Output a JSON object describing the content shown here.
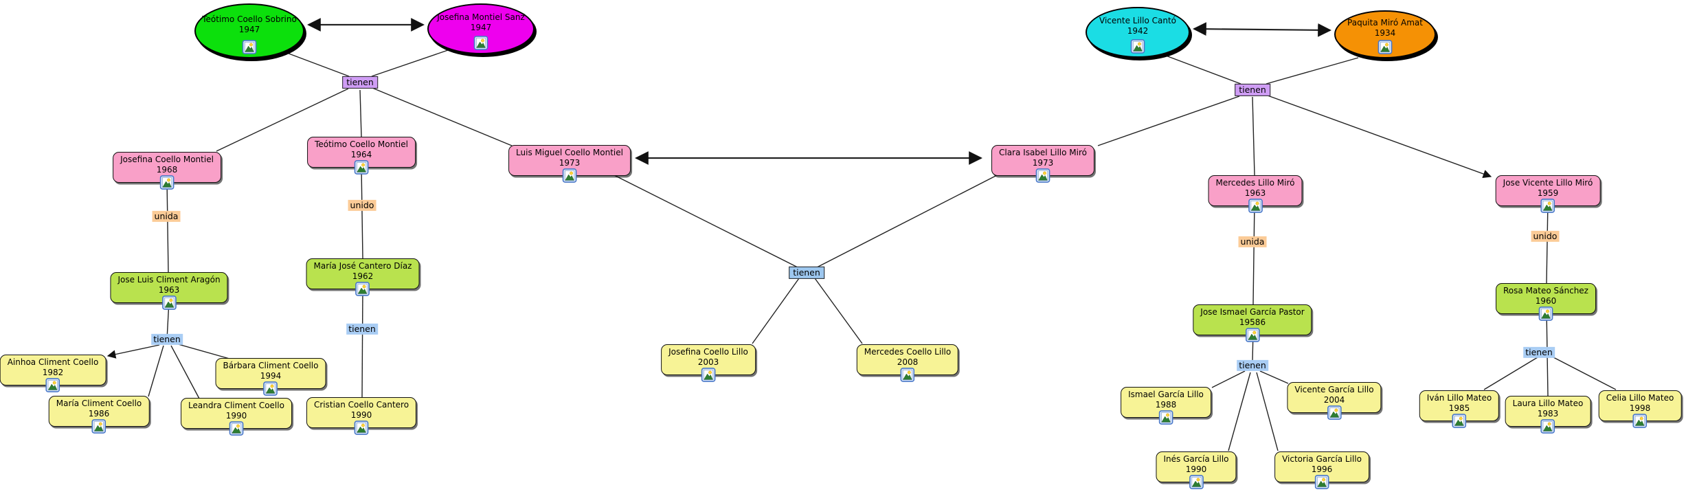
{
  "labels": {
    "tienen": "tienen",
    "unida": "unida",
    "unido": "unido"
  },
  "colors": {
    "male_ancestor_green": "#0ce00c",
    "female_ancestor_magenta": "#ee00ee",
    "male_ancestor_cyan": "#1bdde4",
    "female_ancestor_orange": "#f59105",
    "bloodline_pink": "#f9a0c8",
    "spouse_green": "#b9e24e",
    "child_yellow": "#f7f396",
    "union_label_purple": "#cf9df5",
    "union_label_blue": "#9dc7ef",
    "label_highlight_orange": "#fbcb97"
  },
  "nodes": {
    "teotimo_sobrino": {
      "name": "Teótimo Coello Sobrino",
      "year": "1947"
    },
    "josefina_sanz": {
      "name": "Josefina Montiel Sanz",
      "year": "1947"
    },
    "vicente_canto": {
      "name": "Vicente Lillo Cantó",
      "year": "1942"
    },
    "paquita_amat": {
      "name": "Paquita Miró Amat",
      "year": "1934"
    },
    "josefina_montiel": {
      "name": "Josefina Coello Montiel",
      "year": "1968"
    },
    "teotimo_montiel": {
      "name": "Teótimo Coello Montiel",
      "year": "1964"
    },
    "luis_miguel": {
      "name": "Luis Miguel Coello Montiel",
      "year": "1973"
    },
    "clara_isabel": {
      "name": "Clara Isabel Lillo Miró",
      "year": "1973"
    },
    "mercedes_lillo": {
      "name": "Mercedes Lillo Miró",
      "year": "1963"
    },
    "jose_vicente": {
      "name": "Jose Vicente Lillo Miró",
      "year": "1959"
    },
    "jose_luis_climent": {
      "name": "Jose Luis Climent Aragón",
      "year": "1963"
    },
    "maria_jose_cantero": {
      "name": "María José Cantero Díaz",
      "year": "1962"
    },
    "jose_ismael": {
      "name": "Jose Ismael García Pastor",
      "year": "19586"
    },
    "rosa_mateo": {
      "name": "Rosa Mateo Sánchez",
      "year": "1960"
    },
    "ainhoa": {
      "name": "Ainhoa Climent Coello",
      "year": "1982"
    },
    "maria_climent": {
      "name": "María Climent Coello",
      "year": "1986"
    },
    "barbara": {
      "name": "Bárbara Climent Coello",
      "year": "1994"
    },
    "leandra": {
      "name": "Leandra Climent Coello",
      "year": "1990"
    },
    "cristian": {
      "name": "Cristian Coello Cantero",
      "year": "1990"
    },
    "josefina_lillo": {
      "name": "Josefina Coello Lillo",
      "year": "2003"
    },
    "mercedes_coello": {
      "name": "Mercedes Coello Lillo",
      "year": "2008"
    },
    "ismael_garcia": {
      "name": "Ismael García Lillo",
      "year": "1988"
    },
    "vicente_garcia": {
      "name": "Vicente García Lillo",
      "year": "2004"
    },
    "ines_garcia": {
      "name": "Inés García Lillo",
      "year": "1990"
    },
    "victoria_garcia": {
      "name": "Victoria García Lillo",
      "year": "1996"
    },
    "ivan_lillo": {
      "name": "Iván Lillo Mateo",
      "year": "1985"
    },
    "laura_lillo": {
      "name": "Laura Lillo Mateo",
      "year": "1983"
    },
    "celia_lillo": {
      "name": "Celia Lillo Mateo",
      "year": "1998"
    }
  }
}
